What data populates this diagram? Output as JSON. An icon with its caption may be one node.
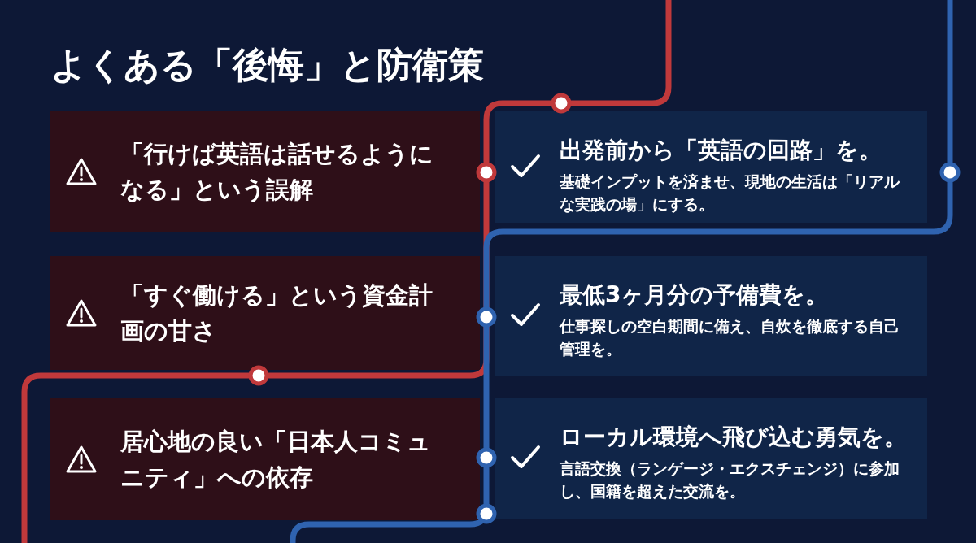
{
  "diagram": {
    "title": "よくある「後悔」と防衛策",
    "nodes": [
      {
        "text": [
          "「行けば英語は話せるようになる」という誤解"
        ]
      },
      {
        "text": [
          "出発前から「英語の回路」を。",
          "基礎インプットを済ませ、現地の生活は「リアルな実践の場」にする。"
        ]
      },
      {
        "text": [
          "「すぐ働ける」という資金計画の甘さ"
        ]
      },
      {
        "text": [
          "最低3ヶ月分の予備費を。",
          "仕事探しの空白期間に備え、自炊を徹底する自己管理を。"
        ]
      },
      {
        "text": [
          "居心地の良い「日本人コミュニティ」への依存"
        ]
      },
      {
        "text": [
          "ローカル環境へ飛び込む勇気を。",
          "言語交換（ランゲージ・エクスチェンジ）に参加し、国籍を超えた交流を。"
        ]
      }
    ]
  }
}
